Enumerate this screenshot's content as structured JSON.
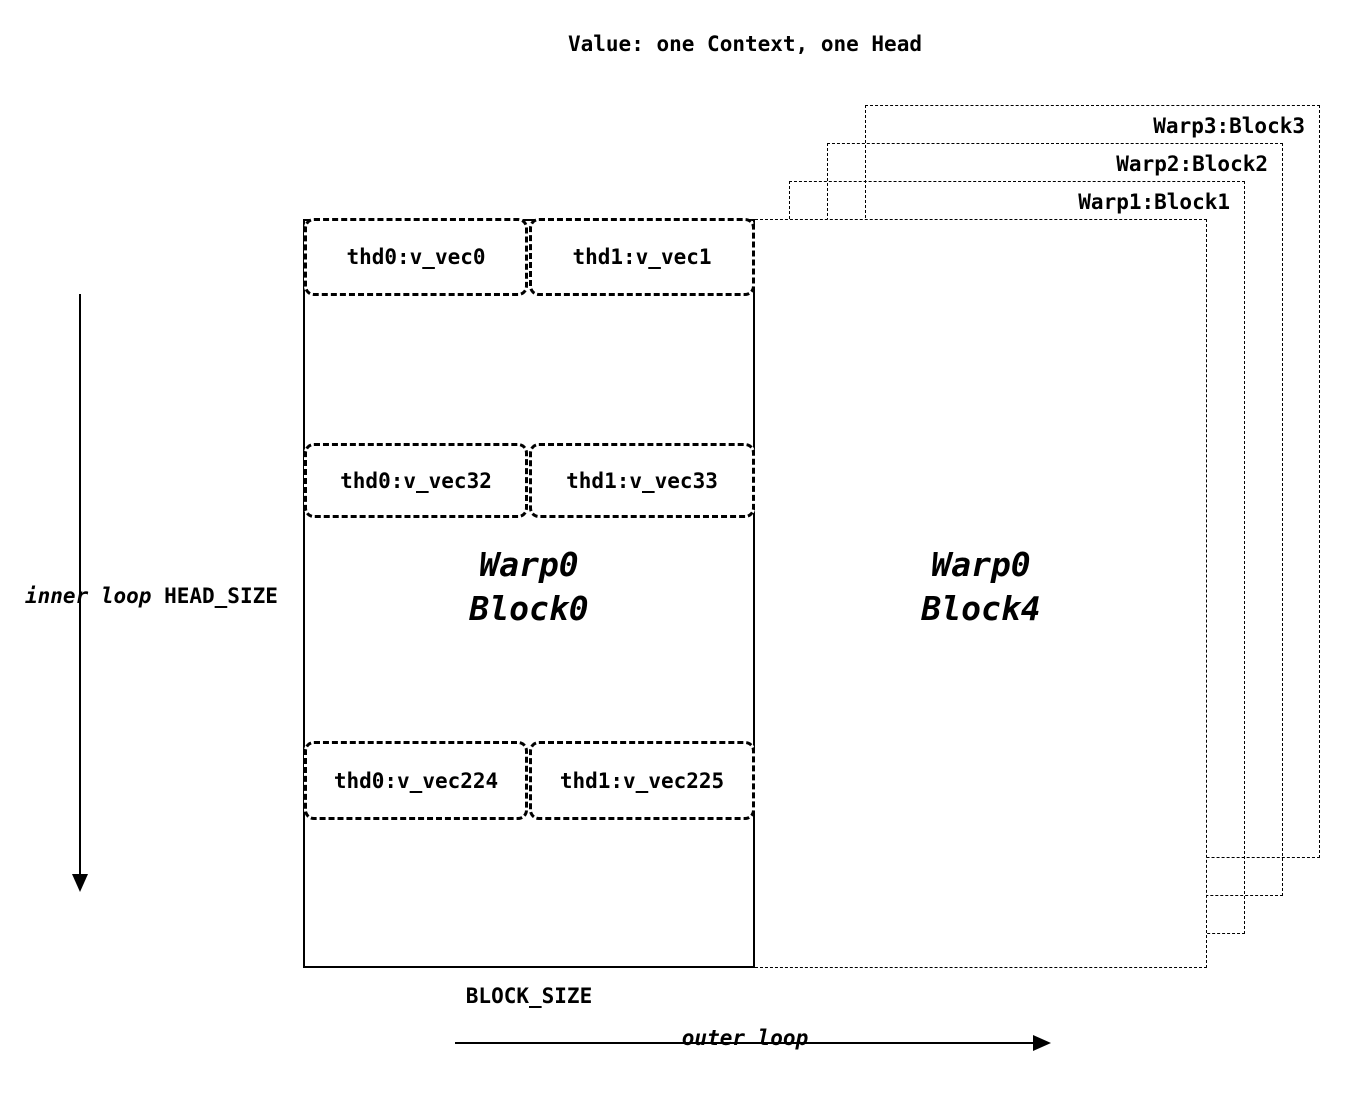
{
  "title": "Value: one Context, one Head",
  "back_blocks": [
    {
      "label": "Warp3:Block3"
    },
    {
      "label": "Warp2:Block2"
    },
    {
      "label": "Warp1:Block1"
    }
  ],
  "warp0_block0": {
    "line1": "Warp0",
    "line2": "Block0",
    "rows": [
      {
        "left": "thd0:v_vec0",
        "right": "thd1:v_vec1"
      },
      {
        "left": "thd0:v_vec32",
        "right": "thd1:v_vec33"
      },
      {
        "left": "thd0:v_vec224",
        "right": "thd1:v_vec225"
      }
    ]
  },
  "warp0_block4": {
    "line1": "Warp0",
    "line2": "Block4"
  },
  "annotations": {
    "inner_loop": "inner loop",
    "head_size": "HEAD_SIZE",
    "block_size": "BLOCK_SIZE",
    "outer_loop": "outer loop"
  },
  "colors": {
    "foreground": "#000000",
    "background": "#ffffff"
  }
}
